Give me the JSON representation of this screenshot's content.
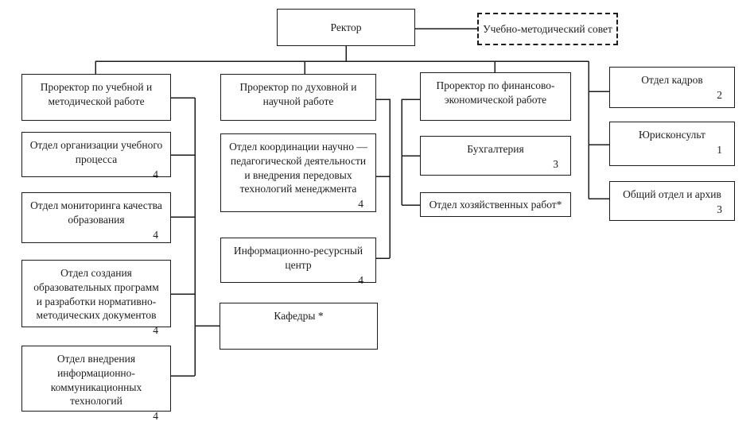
{
  "chart": {
    "rector": {
      "label": "Ректор"
    },
    "council": {
      "label": "Учебно-методический совет"
    },
    "academic": {
      "head": {
        "label": "Проректор по учебной и методической работе"
      },
      "units": [
        {
          "label": "Отдел организации учебного процесса",
          "count": "4"
        },
        {
          "label": "Отдел мониторинга качества образования",
          "count": "4"
        },
        {
          "label": "Отдел создания образовательных программ и разработки нормативно-методических документов",
          "count": "4"
        },
        {
          "label": "Отдел внедрения информационно-коммуникационных технологий",
          "count": "4"
        },
        {
          "label": "Кафедры *",
          "count": ""
        }
      ]
    },
    "spiritual": {
      "head": {
        "label": "Проректор по духовной и научной работе"
      },
      "units": [
        {
          "label": "Отдел координации научно — педагогической деятельности и внедрения передовых технологий менеджмента",
          "count": "4"
        },
        {
          "label": "Информационно-ресурсный центр",
          "count": "4"
        }
      ]
    },
    "finance": {
      "head": {
        "label": "Проректор по финансово-экономической работе"
      },
      "units": [
        {
          "label": "Бухгалтерия",
          "count": "3"
        },
        {
          "label": "Отдел хозяйственных работ*",
          "count": ""
        }
      ]
    },
    "rector_direct": {
      "units": [
        {
          "label": "Отдел кадров",
          "count": "2"
        },
        {
          "label": "Юрисконсульт",
          "count": "1"
        },
        {
          "label": "Общий отдел и архив",
          "count": "3"
        }
      ]
    },
    "line_color": "#1c1c1c"
  }
}
